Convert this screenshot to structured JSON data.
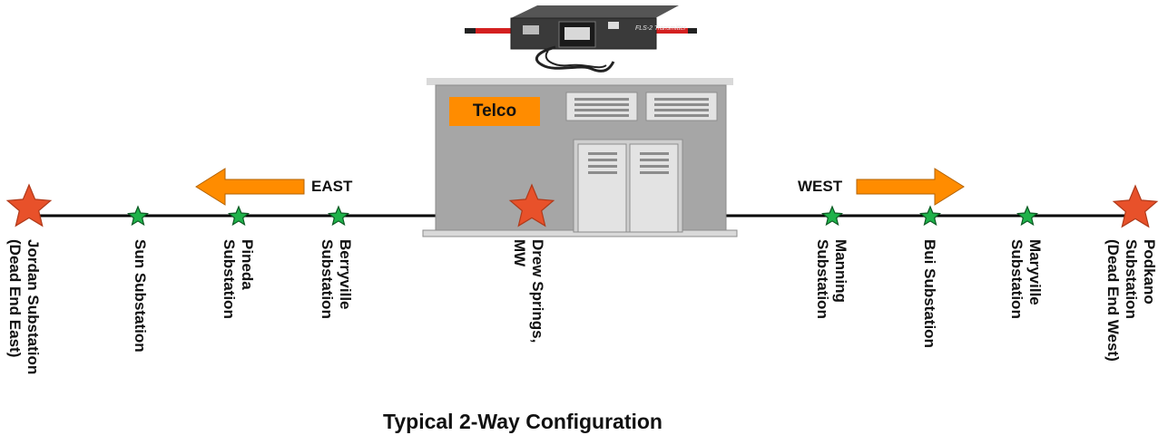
{
  "building_sign": "Telco",
  "device_label": "FLS-2 Transmitter",
  "directions": {
    "east": "EAST",
    "west": "WEST"
  },
  "caption": "Typical 2-Way Configuration",
  "sites": [
    {
      "label": "Jordan Substation\n(Dead End East)",
      "kind": "dead-end"
    },
    {
      "label": "Sun Substation",
      "kind": "substation"
    },
    {
      "label": "Pineda\nSubstation",
      "kind": "substation"
    },
    {
      "label": "Berryville\nSubstation",
      "kind": "substation"
    },
    {
      "label": "Drew Springs,\nMW",
      "kind": "origin"
    },
    {
      "label": "Manning\nSubstation",
      "kind": "substation"
    },
    {
      "label": "Bui Substation",
      "kind": "substation"
    },
    {
      "label": "Maryville\nSubstation",
      "kind": "substation"
    },
    {
      "label": "Podkano\nSubstation\n(Dead End West)",
      "kind": "dead-end"
    }
  ],
  "colors": {
    "dead_end_star": "#e8512a",
    "substation_star": "#1fb24a",
    "arrow": "#ff8c00",
    "building": "#a6a6a6",
    "line": "#000000"
  }
}
